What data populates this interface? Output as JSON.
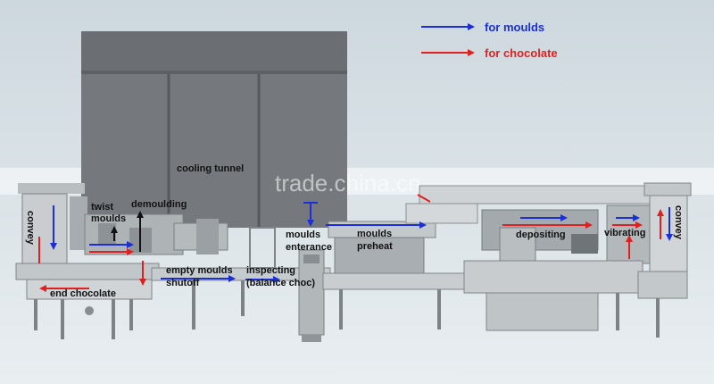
{
  "legend": {
    "moulds": {
      "label": "for moulds",
      "color": "#1b2fd6"
    },
    "chocolate": {
      "label": "for chocolate",
      "color": "#e02020"
    }
  },
  "watermark": "trade.china.cn",
  "labels": {
    "cooling_tunnel": "cooling tunnel",
    "convey_left": "convey",
    "convey_right": "convey",
    "twist_moulds_1": "twist",
    "twist_moulds_2": "moulds",
    "demoulding": "demoulding",
    "end_chocolate": "end chocolate",
    "empty_moulds_1": "empty moulds",
    "empty_moulds_2": "shutoff",
    "inspecting_1": "inspecting",
    "inspecting_2": "(balance choc)",
    "moulds_enterance_1": "moulds",
    "moulds_enterance_2": "enterance",
    "moulds_preheat_1": "moulds",
    "moulds_preheat_2": "preheat",
    "depositing": "depositing",
    "vibrating": "vibrating"
  },
  "colors": {
    "sky_top": "#cfd9df",
    "sky_bottom": "#e6ecef",
    "tunnel": "#6f7377",
    "machine": "#9aa0a4",
    "machine_light": "#c4c9cc",
    "machine_dark": "#5f6468"
  }
}
